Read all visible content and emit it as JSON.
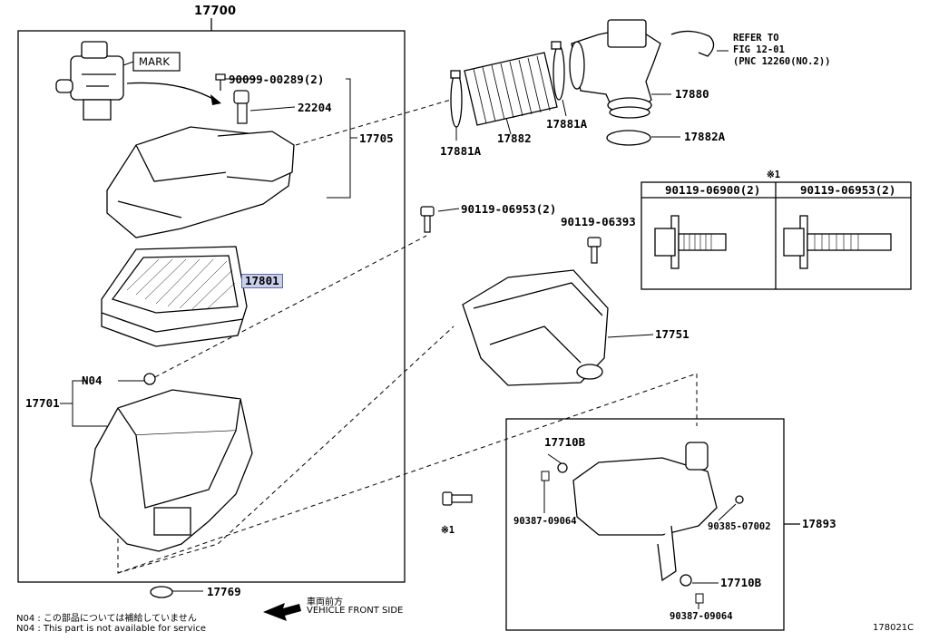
{
  "labels": {
    "p17700": "17700",
    "mark": "MARK",
    "p90099": "90099-00289(2)",
    "p22204": "22204",
    "p17705": "17705",
    "p17801": "17801",
    "n04": "N04",
    "p17701": "17701",
    "p17769": "17769",
    "p17881a_left": "17881A",
    "p17882": "17882",
    "p17881a_right": "17881A",
    "p17880": "17880",
    "p17882a": "17882A",
    "refer_to": "REFER TO",
    "fig": "FIG 12-01",
    "pnc": "(PNC 12260(NO.2))",
    "p90119_06953_a": "90119-06953(2)",
    "p90119_06393": "90119-06393",
    "p17751": "17751",
    "table_mark": "※1",
    "table_col1": "90119-06900(2)",
    "table_col2": "90119-06953(2)",
    "p17710b_top": "17710B",
    "p90387_top": "90387-09064",
    "p90385": "90385-07002",
    "p17893": "17893",
    "p17710b_bottom": "17710B",
    "p90387_bottom": "90387-09064",
    "bolt_mark": "※1",
    "front_jp": "車両前方",
    "front_en": "VEHICLE FRONT SIDE",
    "note_jp": "N04 : この部品については補給していません",
    "note_en": "N04 : This part is not available for service",
    "diagram_id": "178021C"
  },
  "highlight_color": "#c9cfe8",
  "highlight_border": "#5b68b0"
}
